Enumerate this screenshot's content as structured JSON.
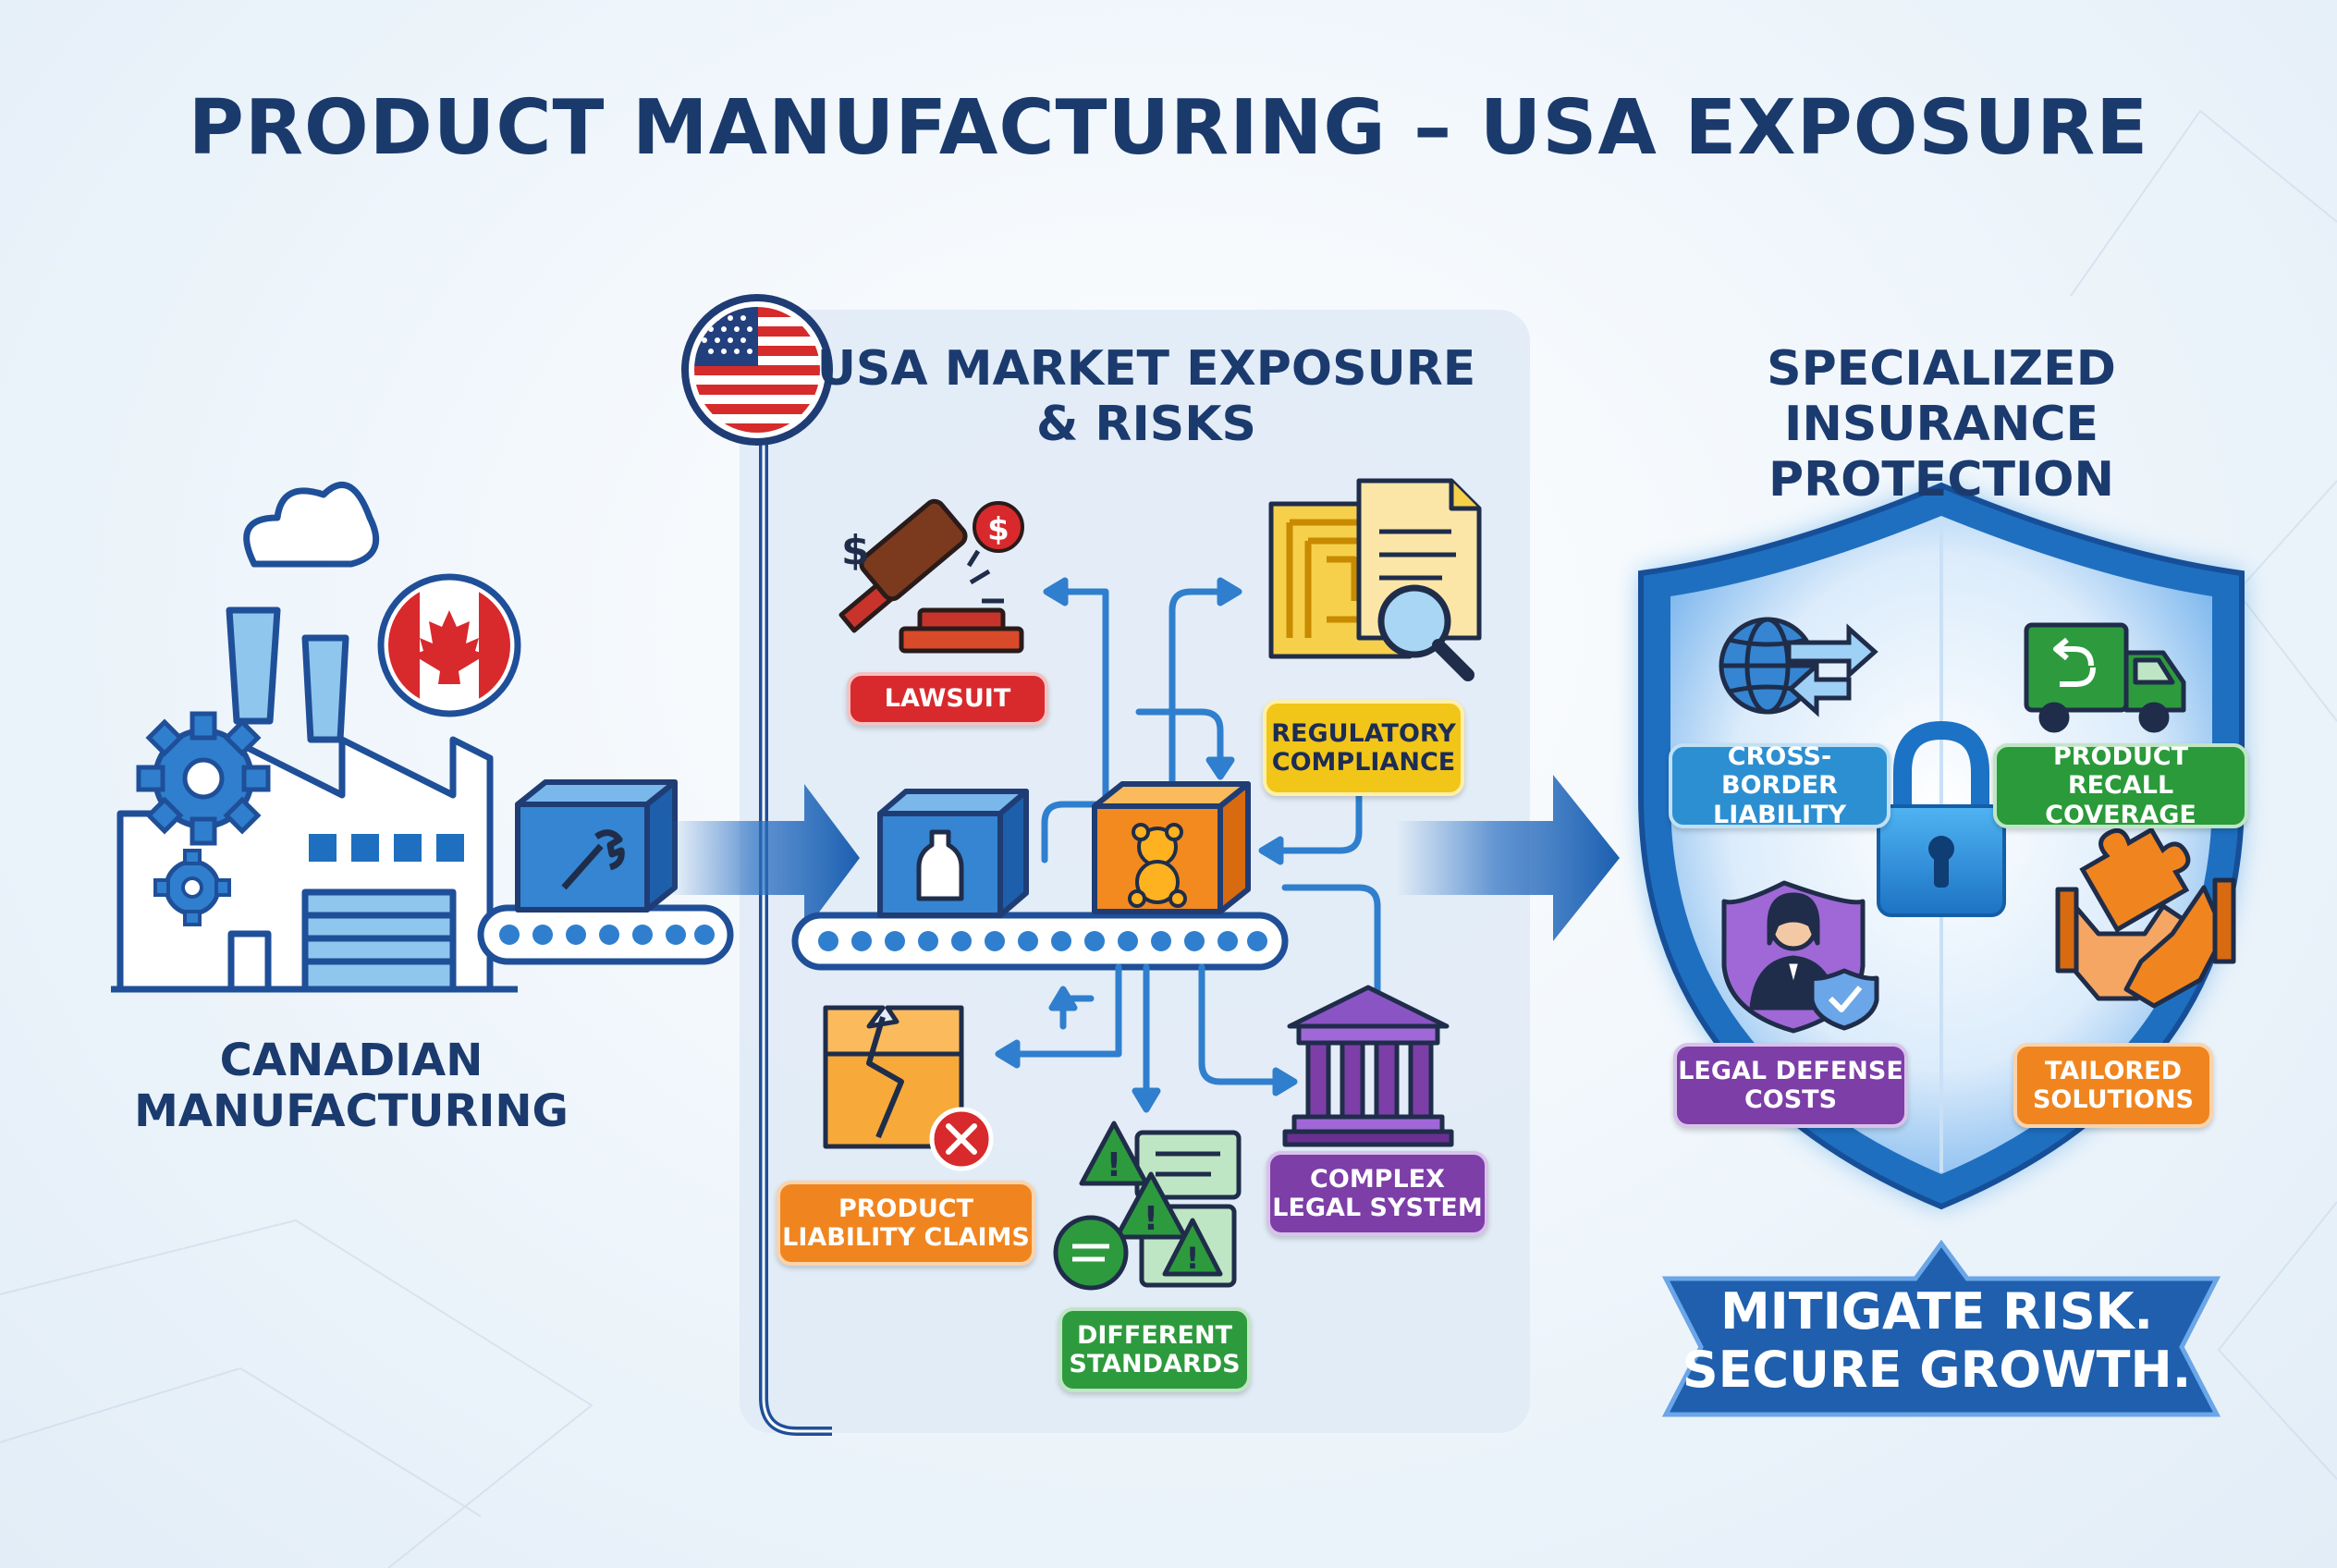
{
  "title": "PRODUCT MANUFACTURING – USA EXPOSURE",
  "sections": {
    "canadian": "CANADIAN MANUFACTURING",
    "usa": "USA MARKET EXPOSURE & RISKS",
    "insurance": "SPECIALIZED INSURANCE PROTECTION"
  },
  "risks": {
    "lawsuit": "LAWSUIT",
    "regulatory": "REGULATORY COMPLIANCE",
    "product_liability": "PRODUCT LIABILITY CLAIMS",
    "legal_system": "COMPLEX LEGAL SYSTEM",
    "standards": "DIFFERENT STANDARDS"
  },
  "protections": {
    "cross_border": "CROSS-BORDER LIABILITY",
    "recall": "PRODUCT RECALL COVERAGE",
    "legal_defense": "LEGAL DEFENSE COSTS",
    "tailored": "TAILORED SOLUTIONS"
  },
  "tagline": "MITIGATE RISK. SECURE GROWTH.",
  "colors": {
    "navy": "#1a3a6c",
    "blue": "#1f6fc0",
    "red": "#d8292d",
    "yellow": "#f2c519",
    "orange": "#f0851f",
    "purple": "#7d3ea8",
    "green": "#2e9a3e"
  }
}
